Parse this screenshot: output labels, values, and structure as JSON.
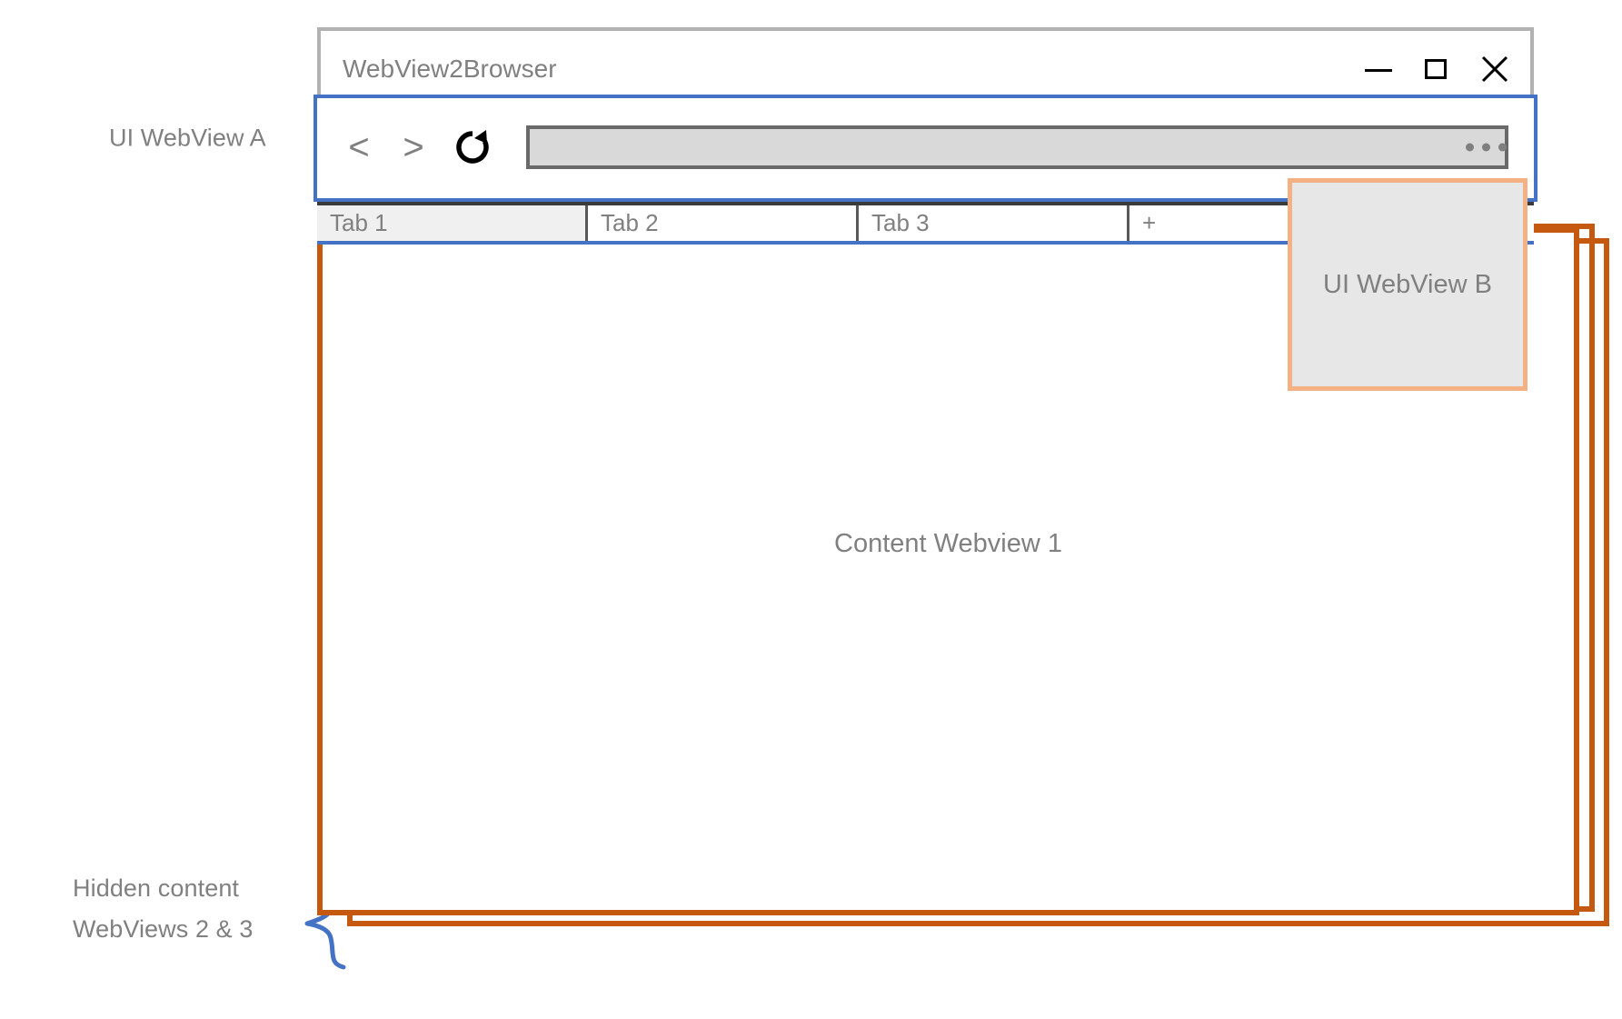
{
  "diagram": {
    "annotations": {
      "ui_webview_a": "UI WebView A",
      "hidden_line1": "Hidden content",
      "hidden_line2": "WebViews 2 & 3"
    },
    "colors": {
      "ui_webview_a_border": "#4472c4",
      "ui_webview_b_border": "#f4b183",
      "ui_webview_b_fill": "#e7e7e7",
      "content_webview_border": "#c5590f",
      "window_frame": "#b2b2b2",
      "label_text": "#808080",
      "brace": "#4472c4",
      "address_bar_fill": "#d9d9d9",
      "address_bar_border": "#696969",
      "tab_active_fill": "#f0f0f0"
    }
  },
  "window": {
    "title": "WebView2Browser",
    "controls": {
      "minimize_icon": "minimize-icon",
      "maximize_icon": "maximize-icon",
      "close_icon": "close-icon"
    }
  },
  "toolbar": {
    "back_label": "<",
    "forward_label": ">",
    "reload_icon": "reload-icon",
    "address_value": "",
    "address_placeholder": "",
    "more_icon": "more-ellipsis-icon"
  },
  "tabs": [
    {
      "label": "Tab 1",
      "active": true
    },
    {
      "label": "Tab 2",
      "active": false
    },
    {
      "label": "Tab 3",
      "active": false
    },
    {
      "label": "+",
      "active": false
    }
  ],
  "content": {
    "webview1_label": "Content Webview 1",
    "ui_webview_b_label": "UI WebView B"
  }
}
